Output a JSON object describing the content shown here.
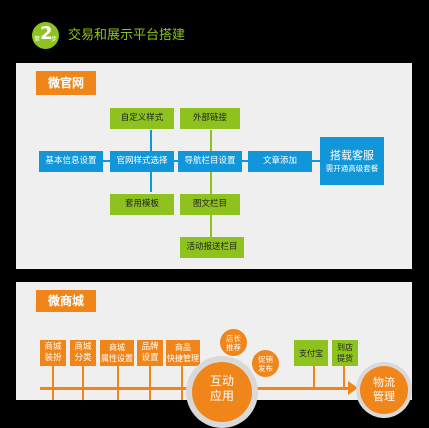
{
  "header": {
    "badge_prefix": "第",
    "badge_number": "2",
    "badge_suffix": "步",
    "title": "交易和展示平台搭建"
  },
  "section1": {
    "tab": "微官网",
    "nodes": {
      "basic_info": "基本信息设置",
      "site_style": "官网样式选择",
      "custom_style": "自定义样式",
      "template": "套用模板",
      "nav_setting": "导航栏目设置",
      "external_link": "外部链接",
      "image_text": "图文栏目",
      "activity": "活动报送栏目",
      "article_add": "文章添加",
      "service_title": "搭载客服",
      "service_sub": "需开通高级套餐"
    }
  },
  "section2": {
    "tab": "微商城",
    "boxes": [
      {
        "l1": "商城",
        "l2": "装扮"
      },
      {
        "l1": "商城",
        "l2": "分类"
      },
      {
        "l1": "商城",
        "l2": "属性设置"
      },
      {
        "l1": "品牌",
        "l2": "设置"
      },
      {
        "l1": "商品",
        "l2": "快捷管理"
      }
    ],
    "circle_main_l1": "互动",
    "circle_main_l2": "应用",
    "circle_small1_l1": "店长",
    "circle_small1_l2": "推荐",
    "circle_small2_l1": "促销",
    "circle_small2_l2": "发布",
    "alipay": "支付宝",
    "pickup_l1": "到店",
    "pickup_l2": "提货",
    "logistics_l1": "物流",
    "logistics_l2": "管理"
  },
  "colors": {
    "green": "#8dc21f",
    "blue": "#1197d9",
    "orange": "#f08519",
    "panel": "#efefef"
  }
}
